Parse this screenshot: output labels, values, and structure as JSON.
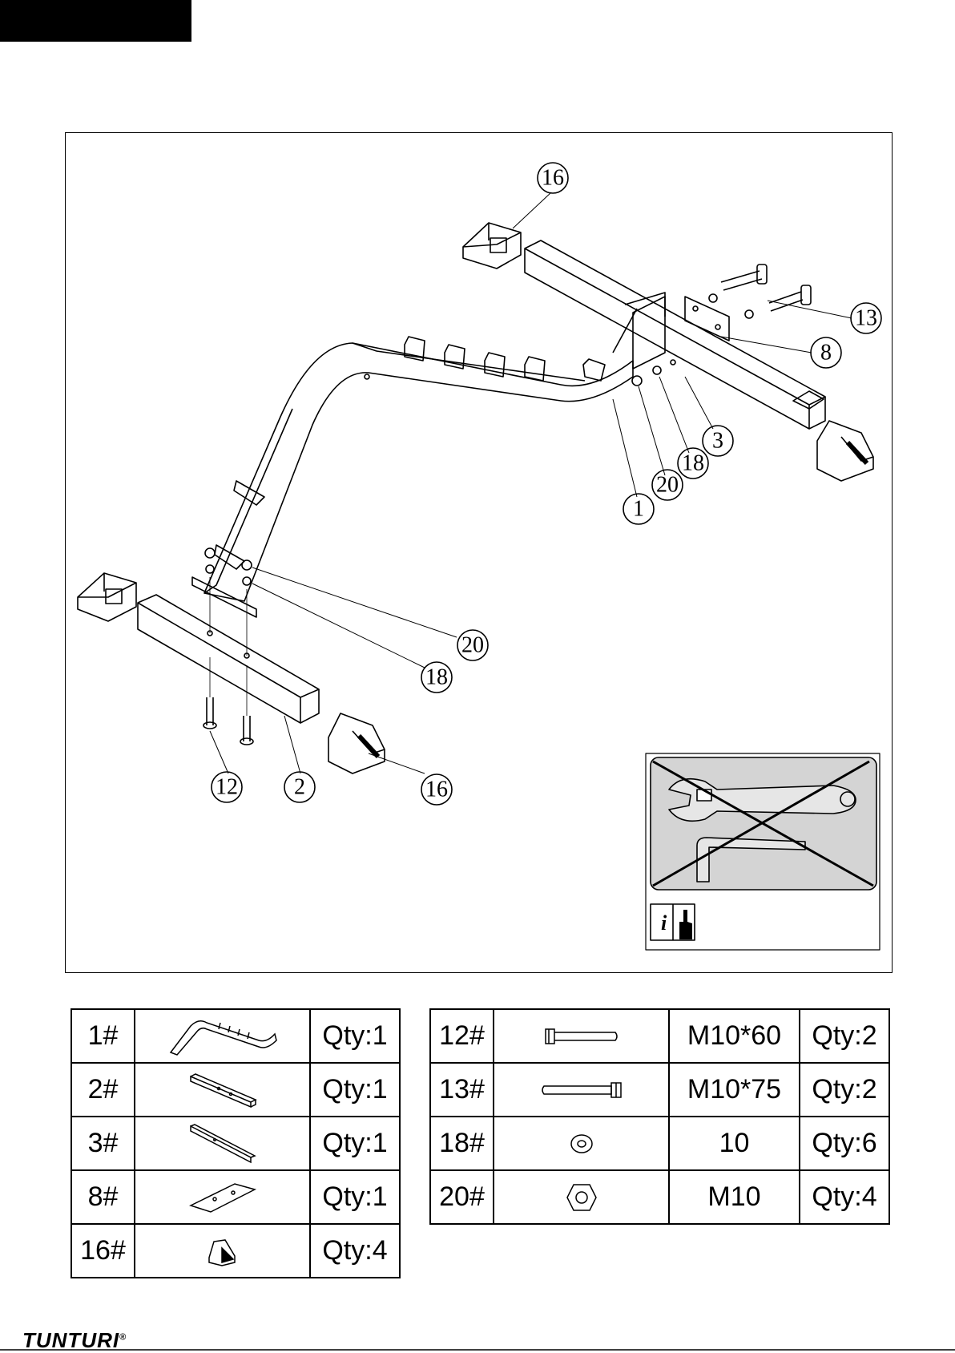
{
  "callouts": {
    "c16a": "16",
    "c13": "13",
    "c8": "8",
    "c3": "3",
    "c18a": "18",
    "c20a": "20",
    "c1": "1",
    "c20b": "20",
    "c18b": "18",
    "c12": "12",
    "c2": "2",
    "c16b": "16"
  },
  "parts_left": [
    {
      "num": "1#",
      "qty": "Qty:1",
      "icon": "main-frame-icon"
    },
    {
      "num": "2#",
      "qty": "Qty:1",
      "icon": "front-stabilizer-icon"
    },
    {
      "num": "3#",
      "qty": "Qty:1",
      "icon": "rear-stabilizer-icon"
    },
    {
      "num": "8#",
      "qty": "Qty:1",
      "icon": "plate-icon"
    },
    {
      "num": "16#",
      "qty": "Qty:4",
      "icon": "end-cap-icon"
    }
  ],
  "parts_right": [
    {
      "num": "12#",
      "size": "M10*60",
      "qty": "Qty:2",
      "icon": "bolt-icon"
    },
    {
      "num": "13#",
      "size": "M10*75",
      "qty": "Qty:2",
      "icon": "bolt-icon"
    },
    {
      "num": "18#",
      "size": "10",
      "qty": "Qty:6",
      "icon": "washer-icon"
    },
    {
      "num": "20#",
      "size": "M10",
      "qty": "Qty:4",
      "icon": "nut-icon"
    }
  ],
  "brand": {
    "name": "TUNTURI",
    "mark": "®"
  }
}
